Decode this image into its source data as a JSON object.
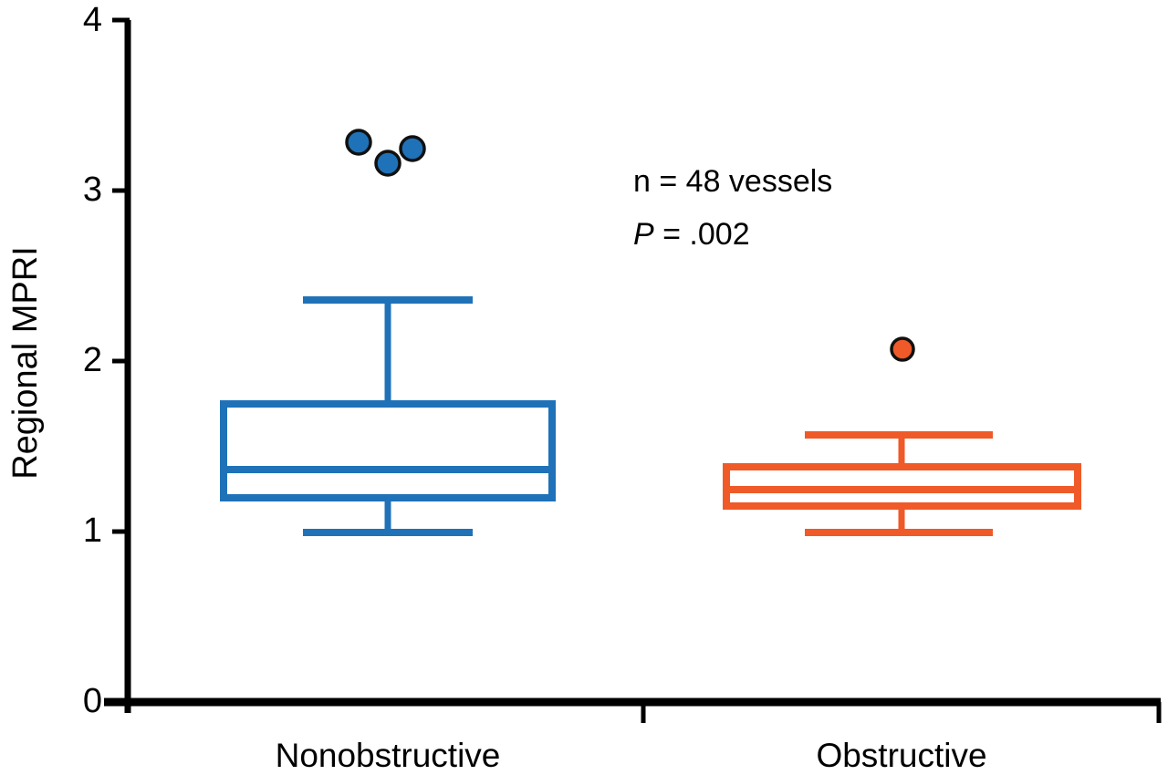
{
  "chart_data": {
    "type": "box",
    "title": "",
    "xlabel": "",
    "ylabel": "Regional MPRI",
    "ylim": [
      0,
      4
    ],
    "yticks": [
      0,
      1,
      2,
      3,
      4
    ],
    "ytick_labels": [
      "0",
      "1",
      "2",
      "3",
      "4"
    ],
    "grid": false,
    "legend": "none",
    "categories": [
      "Nonobstructive",
      "Obstructive"
    ],
    "annotations": [
      {
        "text": "n = 48 vessels",
        "x_value": 0.55,
        "y_value": 3.05
      },
      {
        "text": "P = .002",
        "x_value": 0.55,
        "y_value": 2.73,
        "italic_prefix": "P"
      }
    ],
    "series": [
      {
        "name": "Nonobstructive",
        "color": "#1f72b8",
        "whisker_low": 1.0,
        "q1": 1.2,
        "median": 1.36,
        "q3": 1.75,
        "whisker_high": 2.36,
        "outliers": [
          3.28,
          3.24,
          3.17
        ]
      },
      {
        "name": "Obstructive",
        "color": "#ef5a28",
        "whisker_low": 1.0,
        "q1": 1.15,
        "median": 1.25,
        "q3": 1.38,
        "whisker_high": 1.57,
        "outliers": [
          2.07
        ]
      }
    ]
  },
  "axes": {
    "y_axis_label": "Regional MPRI",
    "y_tick_0": "0",
    "y_tick_1": "1",
    "y_tick_2": "2",
    "y_tick_3": "3",
    "y_tick_4": "4",
    "x_label_left": "Nonobstructive",
    "x_label_right": "Obstructive"
  },
  "annotation_text": {
    "sample_size": "n = 48 vessels",
    "p_value_symbol": "P",
    "p_value_rest": " = .002"
  },
  "colors": {
    "nonobstructive": "#1f72b8",
    "obstructive": "#ef5a28",
    "axis": "#000000",
    "outlier_outline": "#111111",
    "background": "#ffffff"
  }
}
